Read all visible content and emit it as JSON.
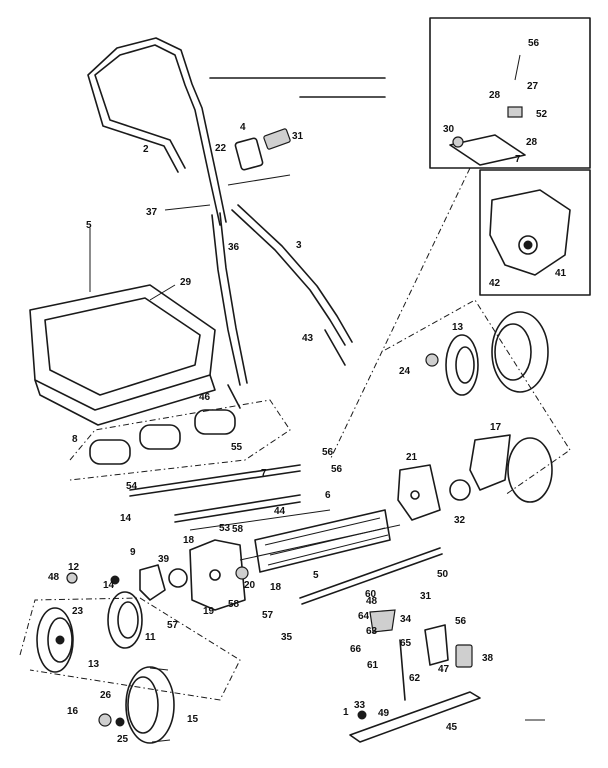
{
  "diagram": {
    "callouts": [
      {
        "id": "c1",
        "text": "1"
      },
      {
        "id": "c2",
        "text": "2"
      },
      {
        "id": "c3",
        "text": "3"
      },
      {
        "id": "c4",
        "text": "4"
      },
      {
        "id": "c5a",
        "text": "5"
      },
      {
        "id": "c5b",
        "text": "5"
      },
      {
        "id": "c6",
        "text": "6"
      },
      {
        "id": "c7a",
        "text": "7"
      },
      {
        "id": "c7b",
        "text": "7"
      },
      {
        "id": "c8",
        "text": "8"
      },
      {
        "id": "c9",
        "text": "9"
      },
      {
        "id": "c11",
        "text": "11"
      },
      {
        "id": "c12",
        "text": "12"
      },
      {
        "id": "c13a",
        "text": "13"
      },
      {
        "id": "c13b",
        "text": "13"
      },
      {
        "id": "c14a",
        "text": "14"
      },
      {
        "id": "c14b",
        "text": "14"
      },
      {
        "id": "c15",
        "text": "15"
      },
      {
        "id": "c16",
        "text": "16"
      },
      {
        "id": "c17",
        "text": "17"
      },
      {
        "id": "c18a",
        "text": "18"
      },
      {
        "id": "c18b",
        "text": "18"
      },
      {
        "id": "c19",
        "text": "19"
      },
      {
        "id": "c20",
        "text": "20"
      },
      {
        "id": "c21",
        "text": "21"
      },
      {
        "id": "c22",
        "text": "22"
      },
      {
        "id": "c23",
        "text": "23"
      },
      {
        "id": "c24",
        "text": "24"
      },
      {
        "id": "c25",
        "text": "25"
      },
      {
        "id": "c26",
        "text": "26"
      },
      {
        "id": "c27",
        "text": "27"
      },
      {
        "id": "c28a",
        "text": "28"
      },
      {
        "id": "c28b",
        "text": "28"
      },
      {
        "id": "c29",
        "text": "29"
      },
      {
        "id": "c30",
        "text": "30"
      },
      {
        "id": "c31a",
        "text": "31"
      },
      {
        "id": "c31b",
        "text": "31"
      },
      {
        "id": "c32",
        "text": "32"
      },
      {
        "id": "c33",
        "text": "33"
      },
      {
        "id": "c34",
        "text": "34"
      },
      {
        "id": "c35",
        "text": "35"
      },
      {
        "id": "c36",
        "text": "36"
      },
      {
        "id": "c37",
        "text": "37"
      },
      {
        "id": "c38",
        "text": "38"
      },
      {
        "id": "c39",
        "text": "39"
      },
      {
        "id": "c41",
        "text": "41"
      },
      {
        "id": "c42",
        "text": "42"
      },
      {
        "id": "c43",
        "text": "43"
      },
      {
        "id": "c44",
        "text": "44"
      },
      {
        "id": "c45",
        "text": "45"
      },
      {
        "id": "c46",
        "text": "46"
      },
      {
        "id": "c47",
        "text": "47"
      },
      {
        "id": "c48a",
        "text": "48"
      },
      {
        "id": "c48b",
        "text": "48"
      },
      {
        "id": "c49",
        "text": "49"
      },
      {
        "id": "c50",
        "text": "50"
      },
      {
        "id": "c52",
        "text": "52"
      },
      {
        "id": "c53",
        "text": "53"
      },
      {
        "id": "c54",
        "text": "54"
      },
      {
        "id": "c55",
        "text": "55"
      },
      {
        "id": "c56a",
        "text": "56"
      },
      {
        "id": "c56b",
        "text": "56"
      },
      {
        "id": "c56c",
        "text": "56"
      },
      {
        "id": "c56d",
        "text": "56"
      },
      {
        "id": "c57a",
        "text": "57"
      },
      {
        "id": "c57b",
        "text": "57"
      },
      {
        "id": "c58a",
        "text": "58"
      },
      {
        "id": "c58b",
        "text": "58"
      },
      {
        "id": "c60",
        "text": "60"
      },
      {
        "id": "c61",
        "text": "61"
      },
      {
        "id": "c62",
        "text": "62"
      },
      {
        "id": "c63",
        "text": "63"
      },
      {
        "id": "c64",
        "text": "64"
      },
      {
        "id": "c65",
        "text": "65"
      },
      {
        "id": "c66",
        "text": "66"
      }
    ]
  }
}
